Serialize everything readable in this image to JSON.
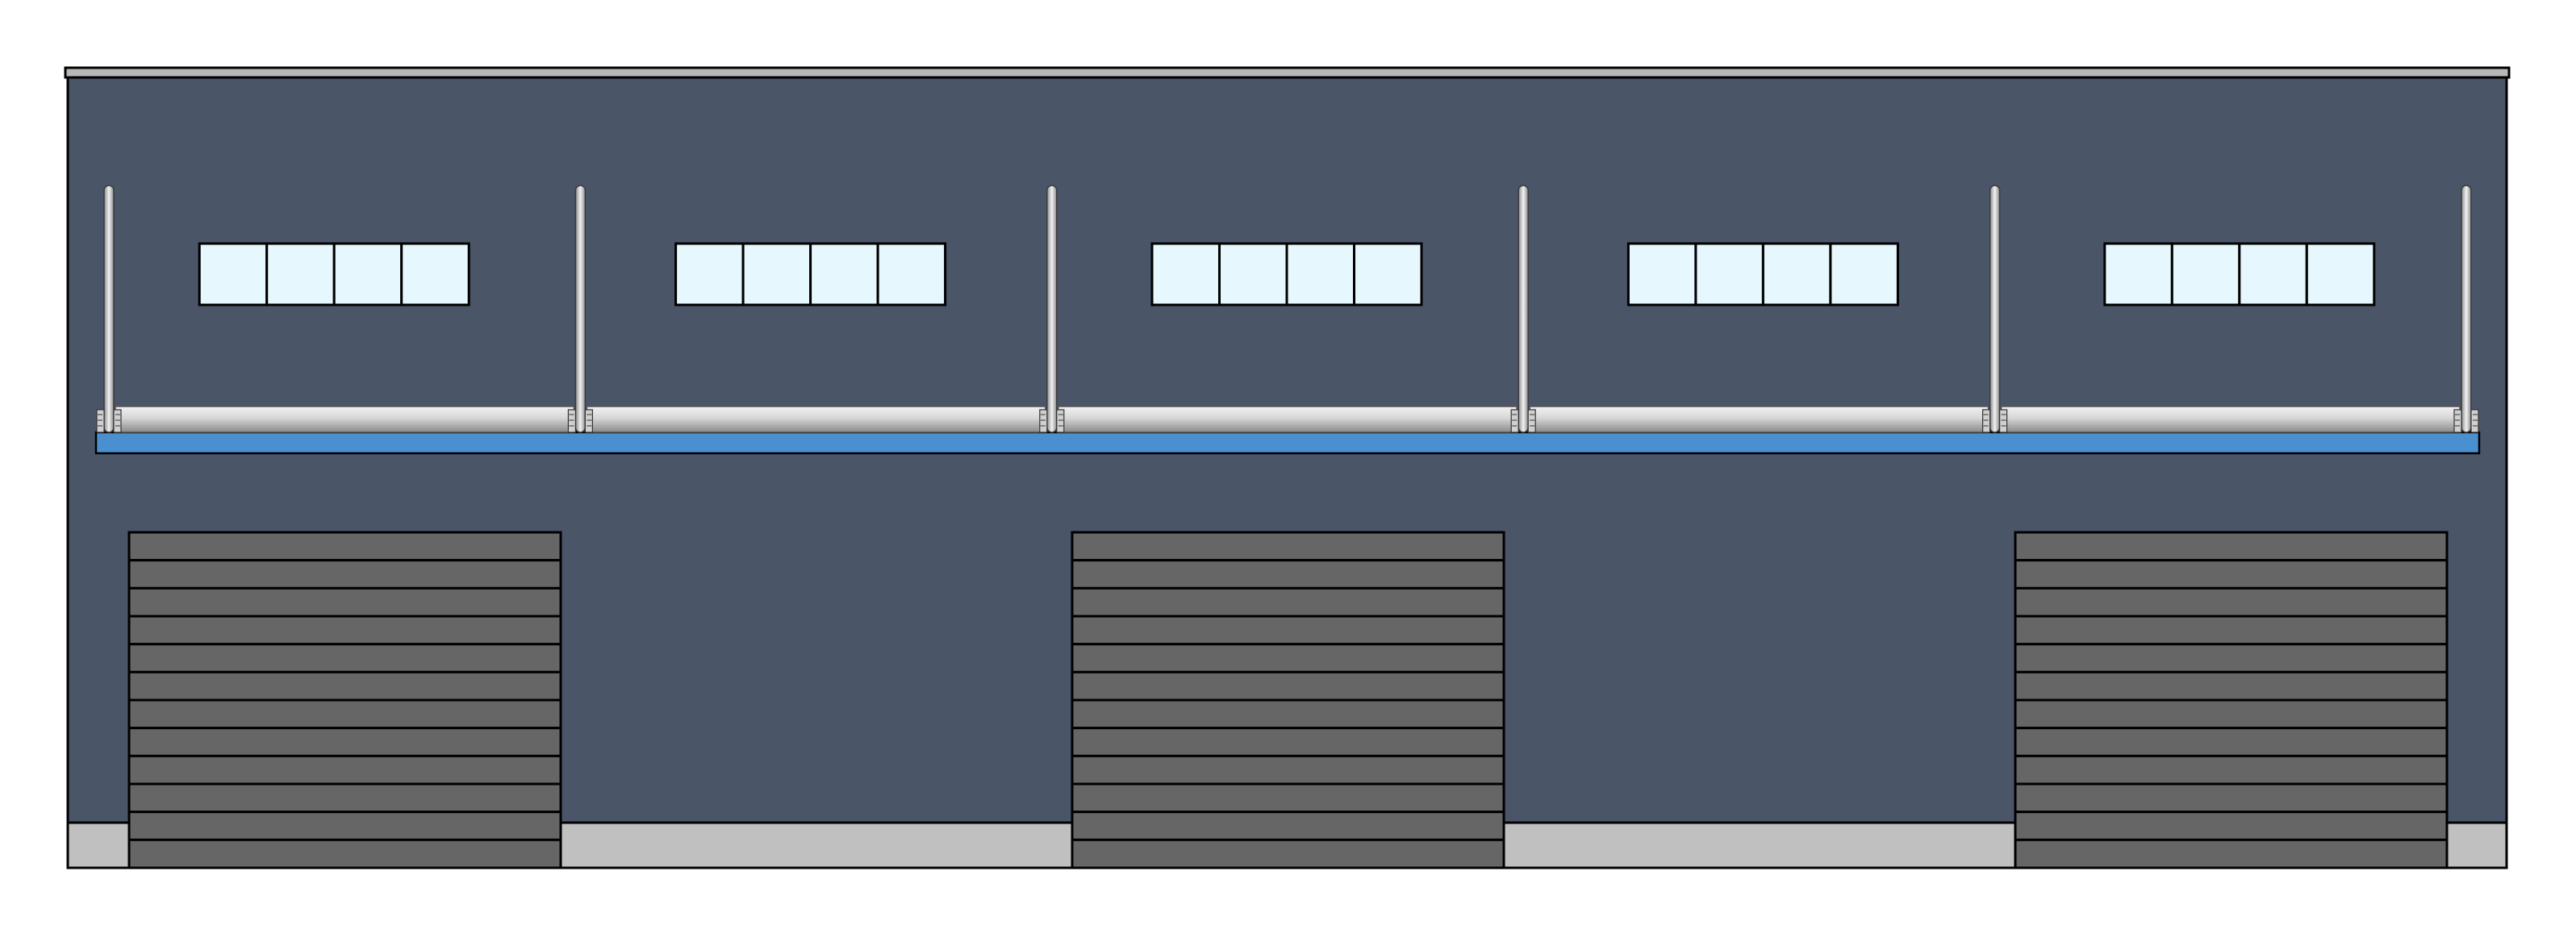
{
  "drawing": {
    "type": "building-elevation",
    "colors": {
      "background": "#ffffff",
      "wall": "#4a5568",
      "roof_cap": "#b8b8b8",
      "plinth": "#c0c0c0",
      "canopy_fascia": "#4a90d0",
      "canopy_metal_light": "#f2f2f2",
      "canopy_metal_dark": "#8a8a8a",
      "window_glass": "#e6f7fd",
      "door_slat": "#666666",
      "outline": "#000000"
    },
    "window_bays": [
      {
        "panes": 4
      },
      {
        "panes": 4
      },
      {
        "panes": 4
      },
      {
        "panes": 4
      },
      {
        "panes": 4
      }
    ],
    "canopy_posts": 6,
    "doors": [
      {
        "type": "roller-shutter",
        "slats": 12
      },
      {
        "type": "roller-shutter",
        "slats": 12
      },
      {
        "type": "roller-shutter",
        "slats": 12
      }
    ]
  }
}
